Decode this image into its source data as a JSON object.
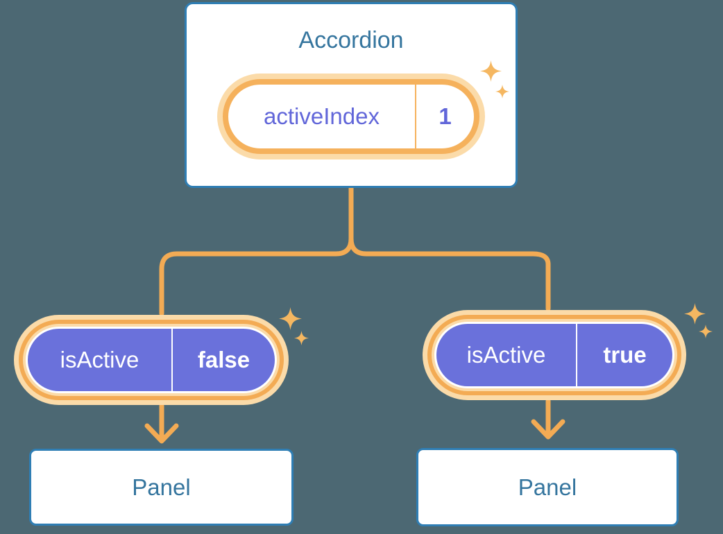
{
  "diagram": {
    "root": {
      "title": "Accordion",
      "state": {
        "label": "activeIndex",
        "value": "1"
      }
    },
    "children": [
      {
        "prop": {
          "label": "isActive",
          "value": "false"
        },
        "child": {
          "title": "Panel"
        }
      },
      {
        "prop": {
          "label": "isActive",
          "value": "true"
        },
        "child": {
          "title": "Panel"
        }
      }
    ]
  },
  "colors": {
    "background": "#4C6873",
    "card_border": "#2F7EB4",
    "heading_text": "#35759E",
    "orange": "#F3AB54",
    "orange_ring": "#F5B15C",
    "orange_glow": "#FBDBA9",
    "purple": "#6A71DB",
    "purple_text": "#6166D9",
    "sparkle": "#F5B761"
  }
}
